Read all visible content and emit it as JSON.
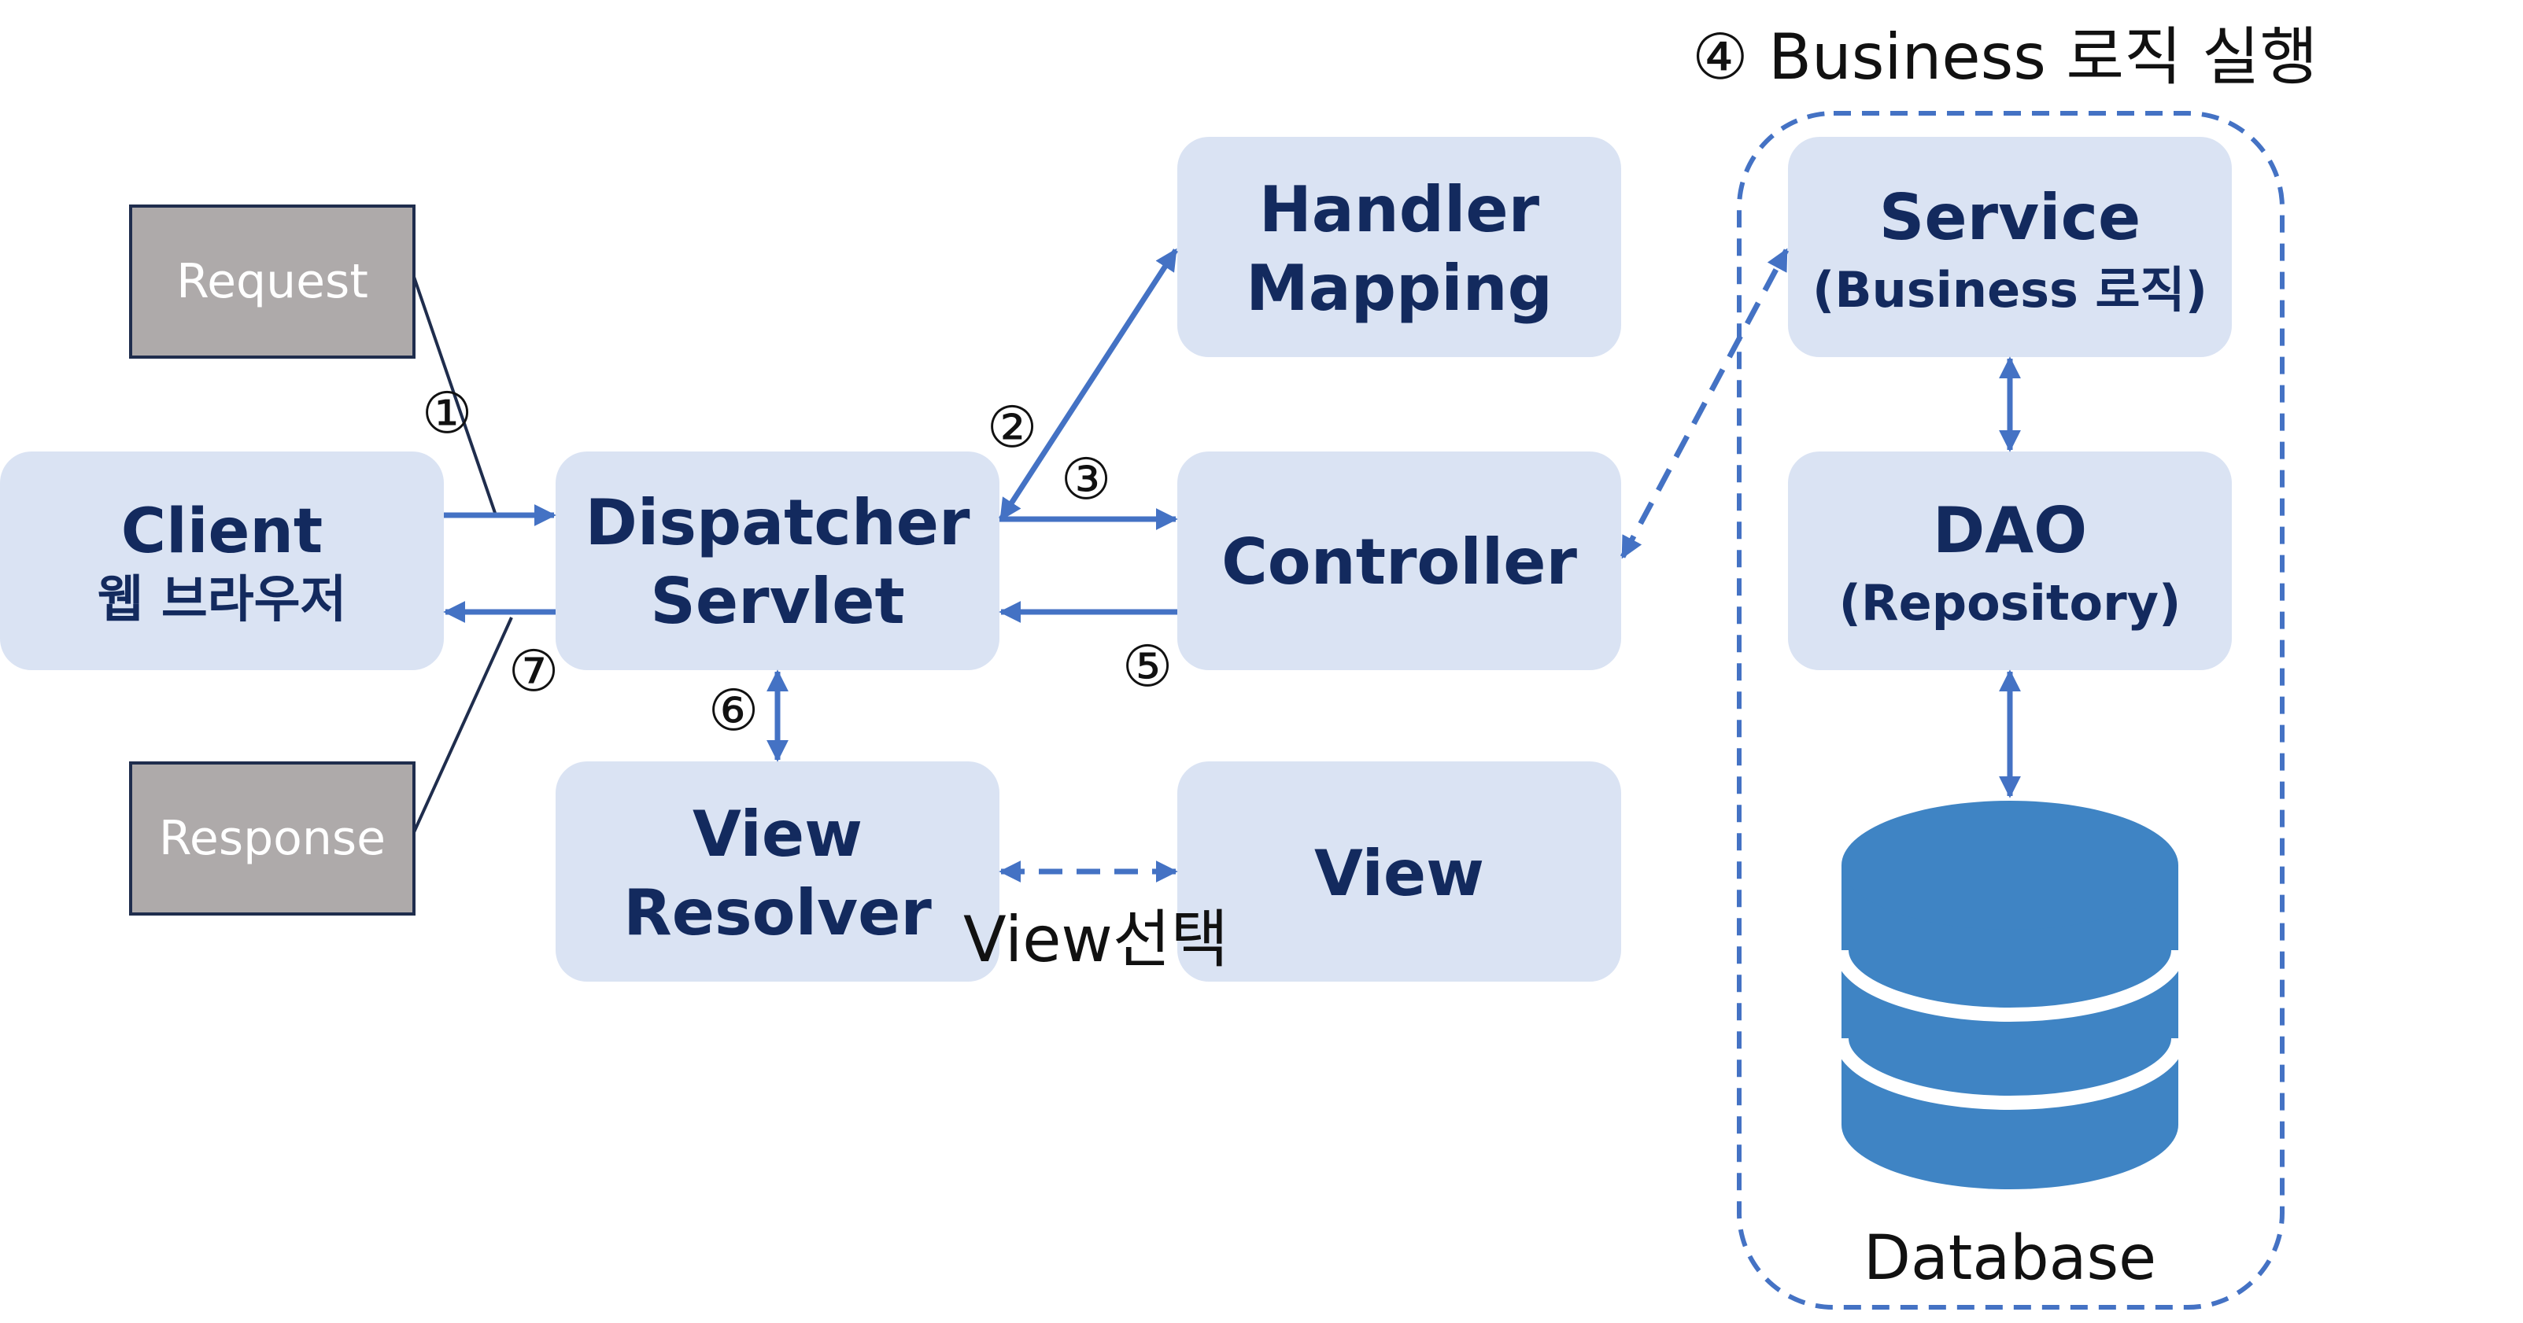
{
  "colors": {
    "box_fill": "#dae3f3",
    "box_text": "#132a5e",
    "grey_box": "#aeaaaa",
    "arrow": "#4472c4",
    "database": "#3f84c4",
    "dashed_container": "#4472c4"
  },
  "boxes": {
    "client": {
      "title": "Client",
      "subtitle": "웹 브라우저"
    },
    "dispatcher": {
      "line1": "Dispatcher",
      "line2": "Servlet"
    },
    "handler_mapping": {
      "line1": "Handler",
      "line2": "Mapping"
    },
    "controller": {
      "title": "Controller"
    },
    "view_resolver": {
      "line1": "View",
      "line2": "Resolver"
    },
    "view": {
      "title": "View"
    },
    "service": {
      "title": "Service",
      "subtitle": "(Business 로직)"
    },
    "dao": {
      "title": "DAO",
      "subtitle": "(Repository)"
    }
  },
  "labels": {
    "request": "Request",
    "response": "Response",
    "business_logic": "④ Business 로직 실행",
    "view_select": "View선택",
    "database": "Database"
  },
  "steps": {
    "s1": "①",
    "s2": "②",
    "s3": "③",
    "s5": "⑤",
    "s6": "⑥",
    "s7": "⑦"
  },
  "icons": {
    "database": "database-cylinder-icon"
  }
}
